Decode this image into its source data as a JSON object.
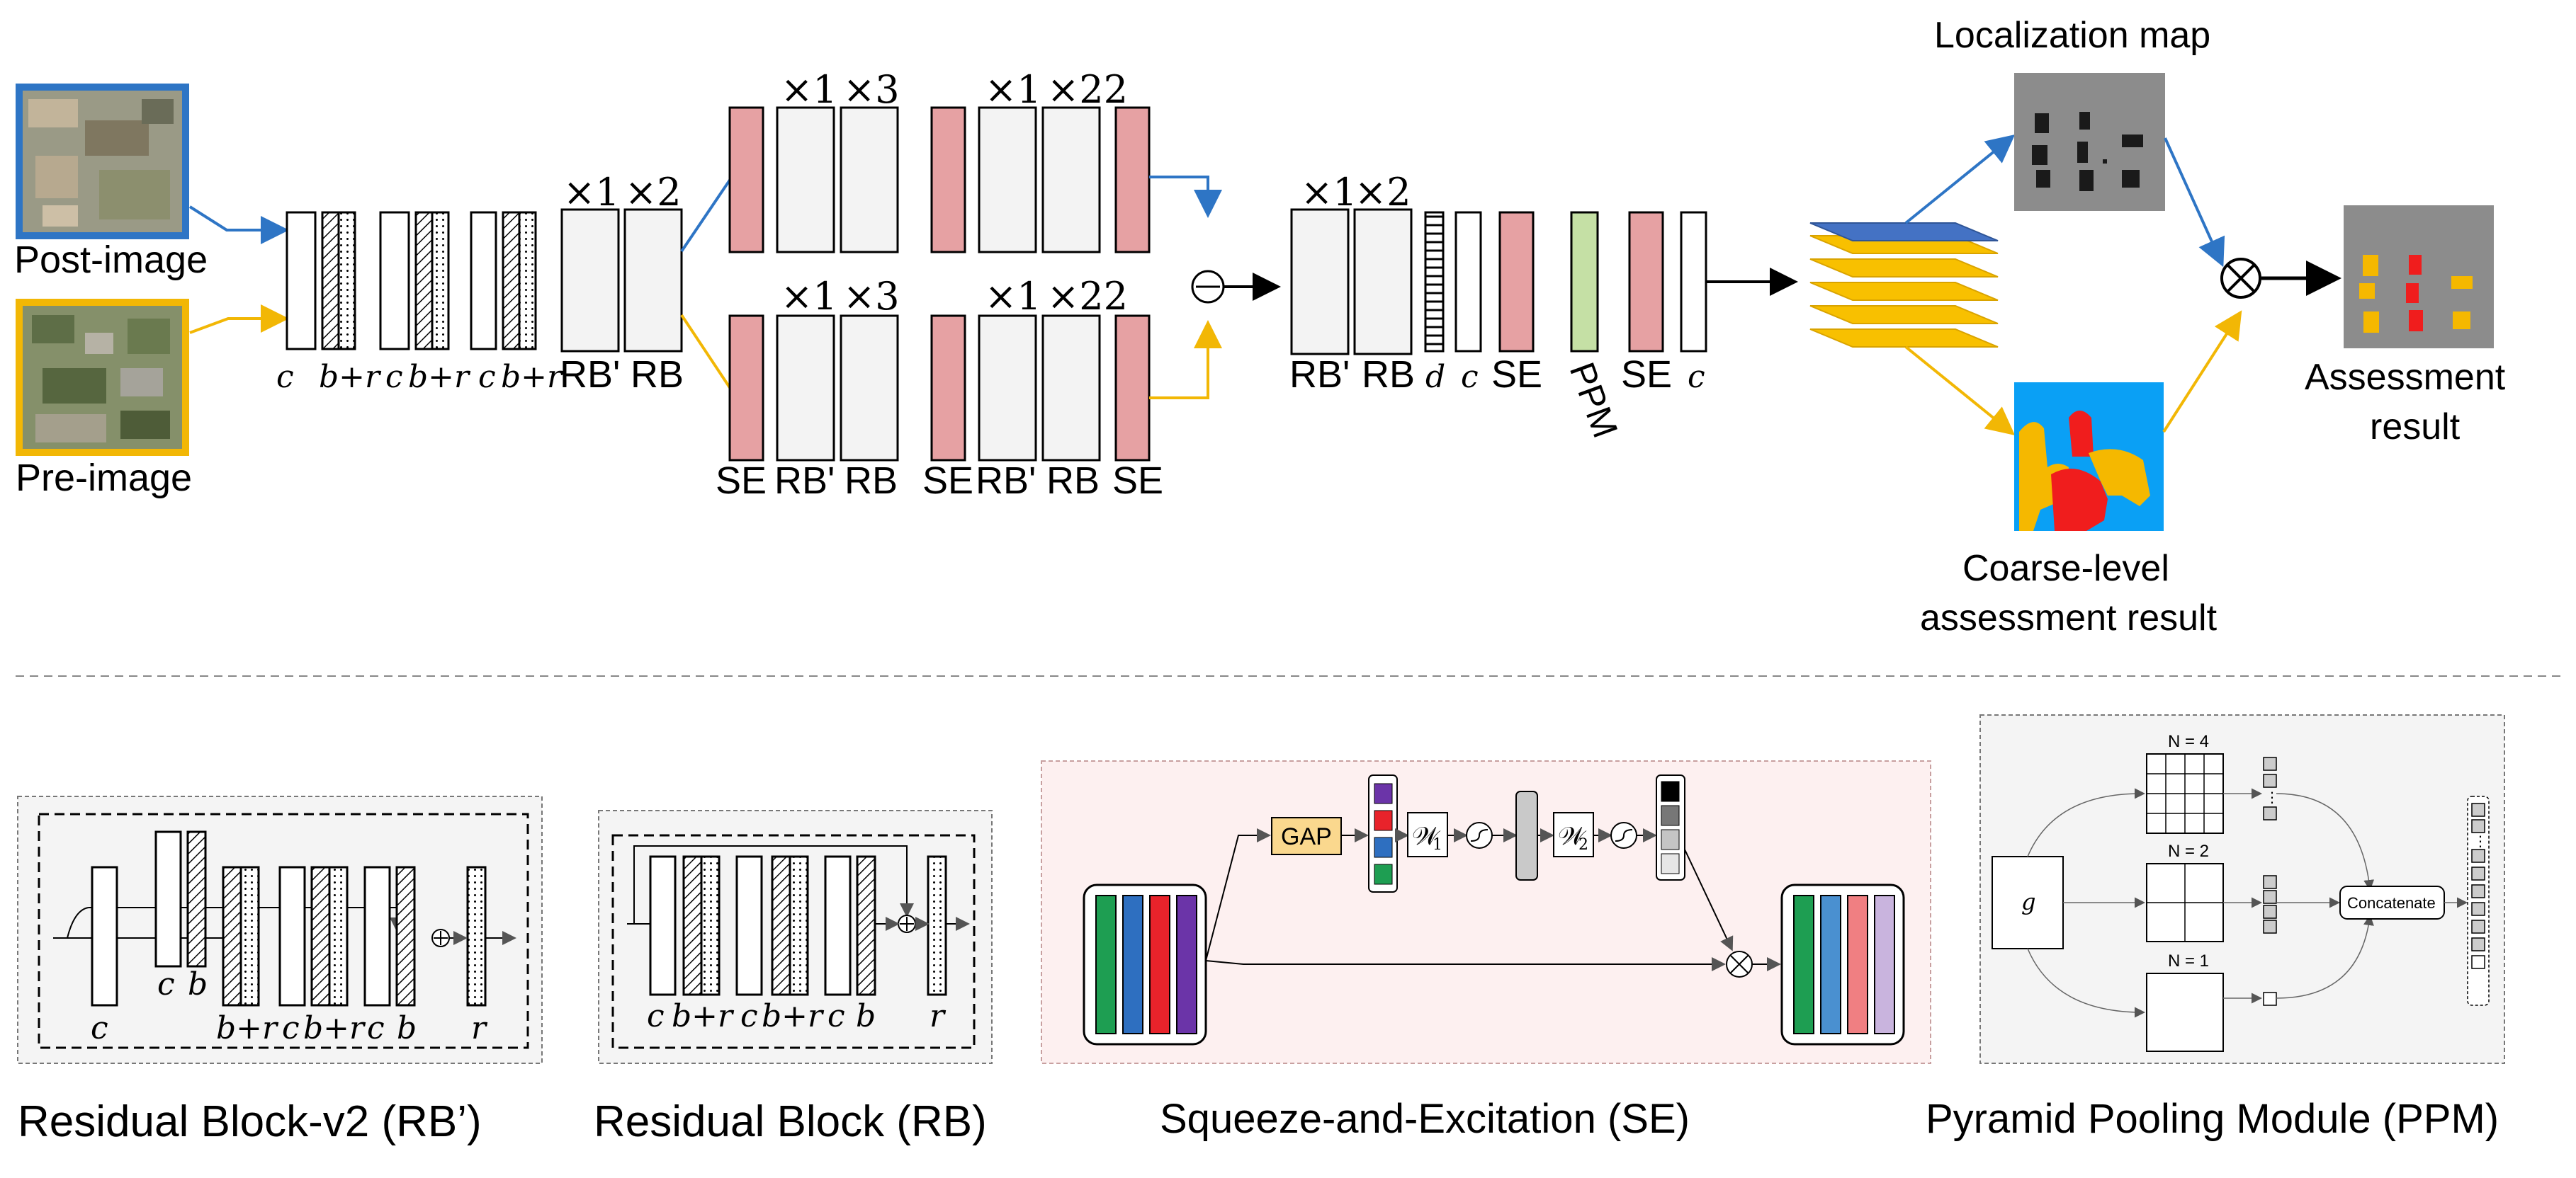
{
  "network": {
    "inputs": {
      "post_label": "Post-image",
      "pre_label": "Pre-image"
    },
    "stem_labels": [
      "c",
      "b+r",
      "c",
      "b+r",
      "c",
      "b+r",
      "RB'",
      "RB"
    ],
    "stem_repeat": [
      "×1",
      "×2"
    ],
    "post_branch_repeat": [
      "×1",
      "×3",
      "×1",
      "×22"
    ],
    "pre_branch_repeat": [
      "×1",
      "×3",
      "×1",
      "×22"
    ],
    "branch_labels": [
      "SE",
      "RB'",
      "RB",
      "SE",
      "RB'",
      "RB",
      "SE"
    ],
    "diff_symbol": "⊖",
    "fusion_repeat": [
      "×1",
      "×2"
    ],
    "fusion_labels": [
      "RB'",
      "RB",
      "d",
      "c",
      "SE",
      "PPM",
      "SE",
      "c"
    ],
    "outputs": {
      "localization_title": "Localization map",
      "coarse_title": [
        "Coarse-level",
        "assessment result"
      ],
      "multiply_symbol": "⊗",
      "assessment_title": [
        "Assessment",
        "result"
      ]
    }
  },
  "legend": {
    "rb2": {
      "title": "Residual Block-v2 (RB’)",
      "labels": [
        "c",
        "c",
        "b",
        "b+r",
        "c",
        "b+r",
        "c",
        "b",
        "r"
      ]
    },
    "rb": {
      "title": "Residual Block (RB)",
      "labels": [
        "c",
        "b+r",
        "c",
        "b+r",
        "c",
        "b",
        "r"
      ]
    },
    "se": {
      "title": "Squeeze-and-Excitation (SE)",
      "gap": "GAP",
      "w1": "𝒲",
      "w1_sub": "1",
      "w2": "𝒲",
      "w2_sub": "2"
    },
    "ppm": {
      "title": "Pyramid Pooling Module (PPM)",
      "g": "g",
      "n4": "N = 4",
      "n2": "N = 2",
      "n1": "N = 1",
      "concat": "Concatenate"
    }
  },
  "colors": {
    "se_block": "#e6a1a3",
    "ppm_block": "#c5e0a5",
    "block_fill": "#f3f3f3",
    "post_arrow": "#2e75c5",
    "pre_arrow": "#f2b705",
    "yellow_layer": "#f8c000",
    "blue_layer": "#4472c4",
    "se_bg": "#fdf0f0",
    "legend_bg": "#f4f4f4"
  }
}
